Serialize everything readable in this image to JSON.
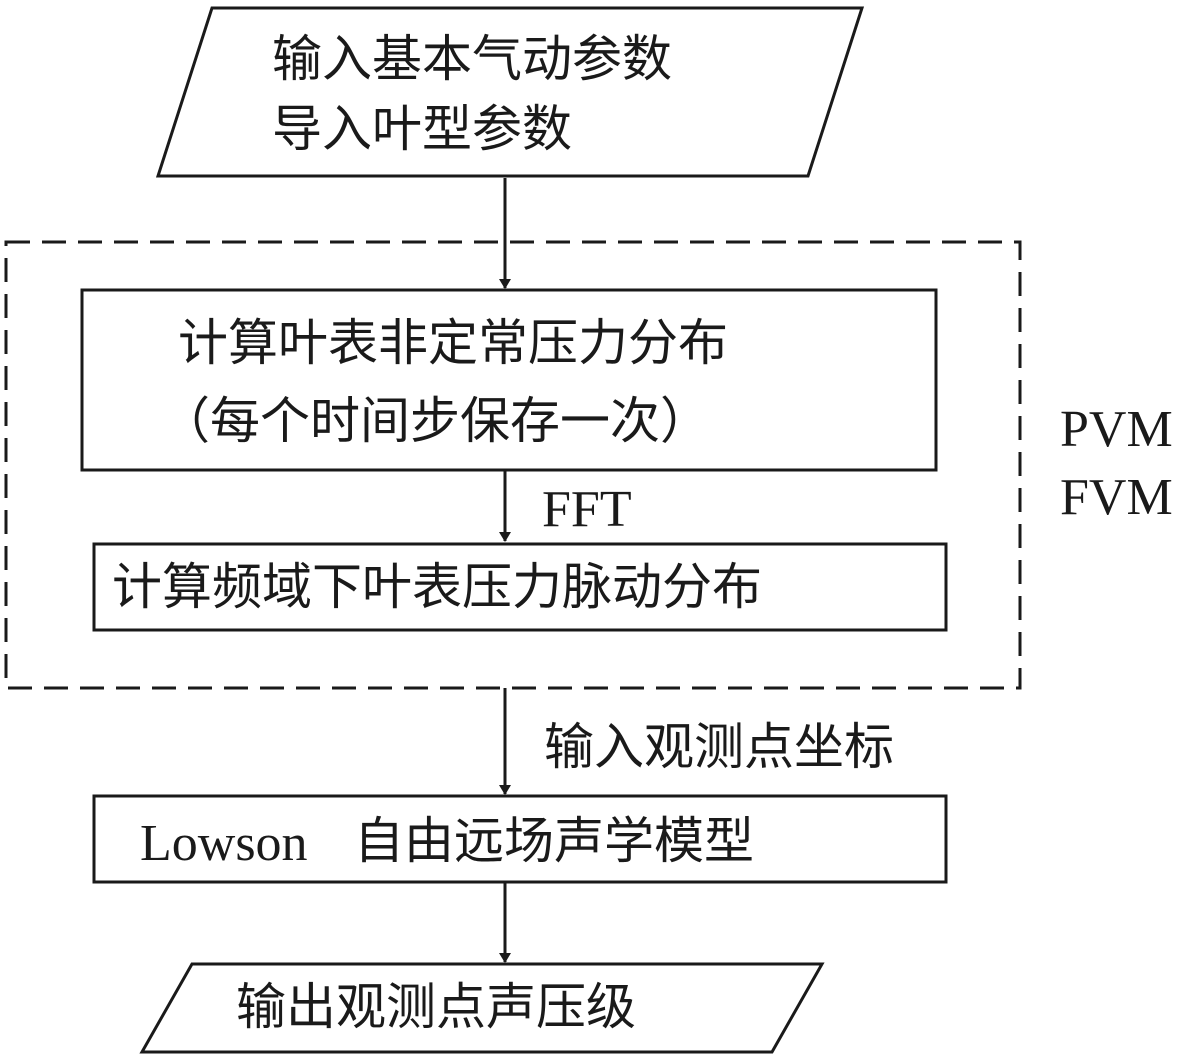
{
  "input_parallelogram": {
    "line1": "输入基本气动参数",
    "line2": "导入叶型参数"
  },
  "method_group": {
    "label_line1": "PVM",
    "label_line2": "FVM"
  },
  "box_unsteady_pressure": {
    "line1": "计算叶表非定常压力分布",
    "line2": "（每个时间步保存一次）"
  },
  "arrow_fft_label": "FFT",
  "box_frequency_domain": {
    "text": "计算频域下叶表压力脉动分布"
  },
  "arrow_observer_label": "输入观测点坐标",
  "box_lowson_model": {
    "text_latin": "Lowson",
    "text_cn": "自由远场声学模型"
  },
  "output_parallelogram": {
    "text": "输出观测点声压级"
  }
}
